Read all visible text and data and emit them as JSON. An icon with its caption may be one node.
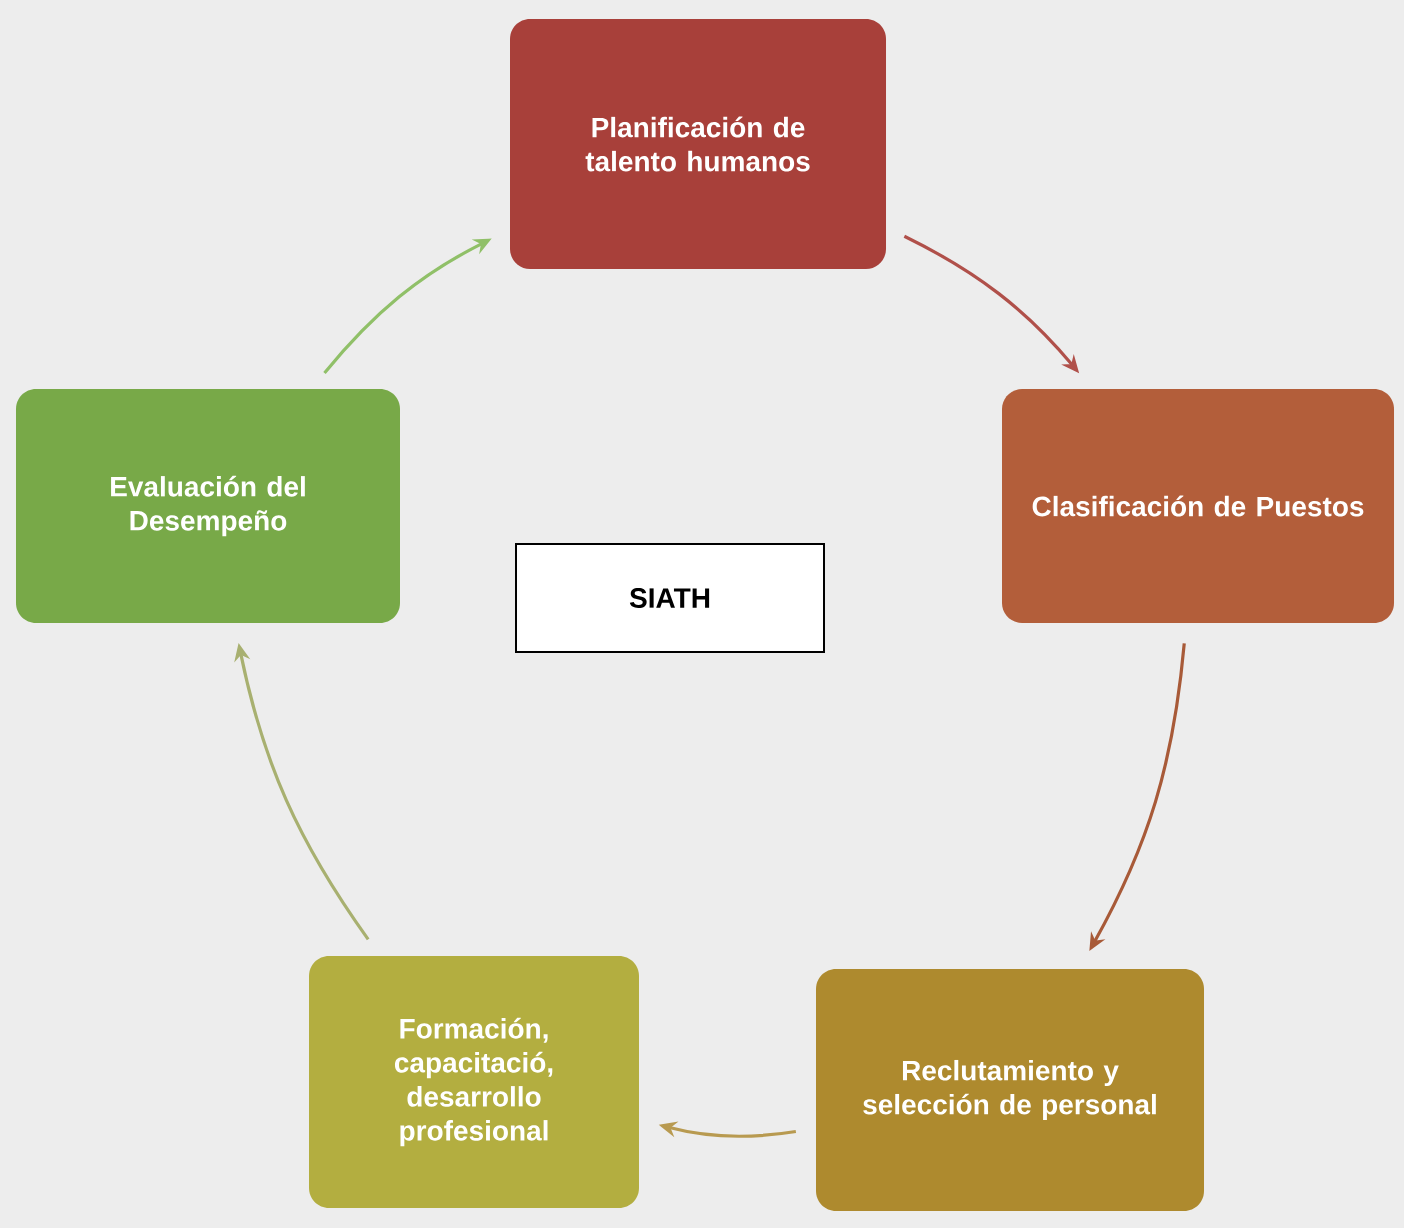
{
  "diagram": {
    "nodes": [
      {
        "text": [
          "Planificación de talento humanos"
        ]
      },
      {
        "text": [
          "Clasificación de Puestos"
        ]
      },
      {
        "text": [
          "Reclutamiento y selección de personal"
        ]
      },
      {
        "text": [
          "Formación, capacitació, desarrollo profesional"
        ]
      },
      {
        "text": [
          "Evaluación del Desempeño"
        ]
      },
      {
        "text": [
          "SIATH"
        ]
      }
    ],
    "edges": [
      {
        "from": 0,
        "to": 1,
        "arrow": "to",
        "color": "#b0504a"
      },
      {
        "from": 1,
        "to": 2,
        "arrow": "to",
        "color": "#a85a38"
      },
      {
        "from": 2,
        "to": 3,
        "arrow": "to",
        "color": "#b89a50"
      },
      {
        "from": 3,
        "to": 4,
        "arrow": "to",
        "color": "#a8b070"
      },
      {
        "from": 4,
        "to": 0,
        "arrow": "to",
        "color": "#90c068"
      }
    ]
  }
}
